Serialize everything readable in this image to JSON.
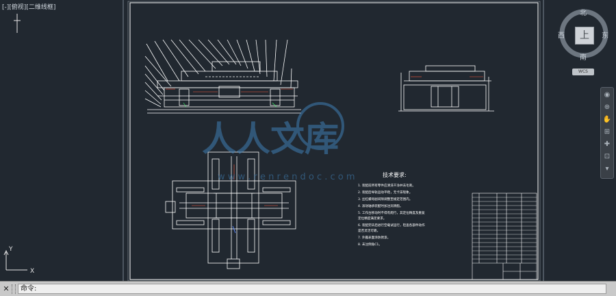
{
  "viewport": {
    "label_parts": [
      "[-]",
      "[俯视]",
      "[二维线框]"
    ],
    "bg_color": "#212830"
  },
  "viewcube": {
    "north": "北",
    "south": "南",
    "east": "东",
    "west": "西",
    "top_face": "上",
    "wcs_label": "WCS"
  },
  "ucs": {
    "y_label": "Y",
    "x_label": "X"
  },
  "technical_requirements": {
    "title": "技术要求:",
    "lines": [
      "1. 装配前所有零件应清洗干净并去毛刺。",
      "2. 装配后导轨运动平稳，无卡滞现象。",
      "3. 丝杠螺母副间隙调整至规定范围内。",
      "4. 滚动轴承装配时加注润滑脂。",
      "5. 工作台移动时不得有爬行，其定位精度及重复",
      "   定位精度满足要求。",
      "6. 装配完毕后进行空载试运行，检查各部件动作",
      "   是否灵活可靠。",
      "7. 外露表面涂防锈漆。",
      "8. 未注倒角C1。"
    ]
  },
  "watermark": {
    "text": "人人文库",
    "url": "w w w . r e n r e n d o c . c o m"
  },
  "command_line": {
    "prompt": "命令:",
    "close_symbol": "✕"
  },
  "navbar": {
    "buttons": [
      "◉",
      "⊕",
      "✋",
      "⊞",
      "✚",
      "⊡",
      "▾"
    ]
  }
}
